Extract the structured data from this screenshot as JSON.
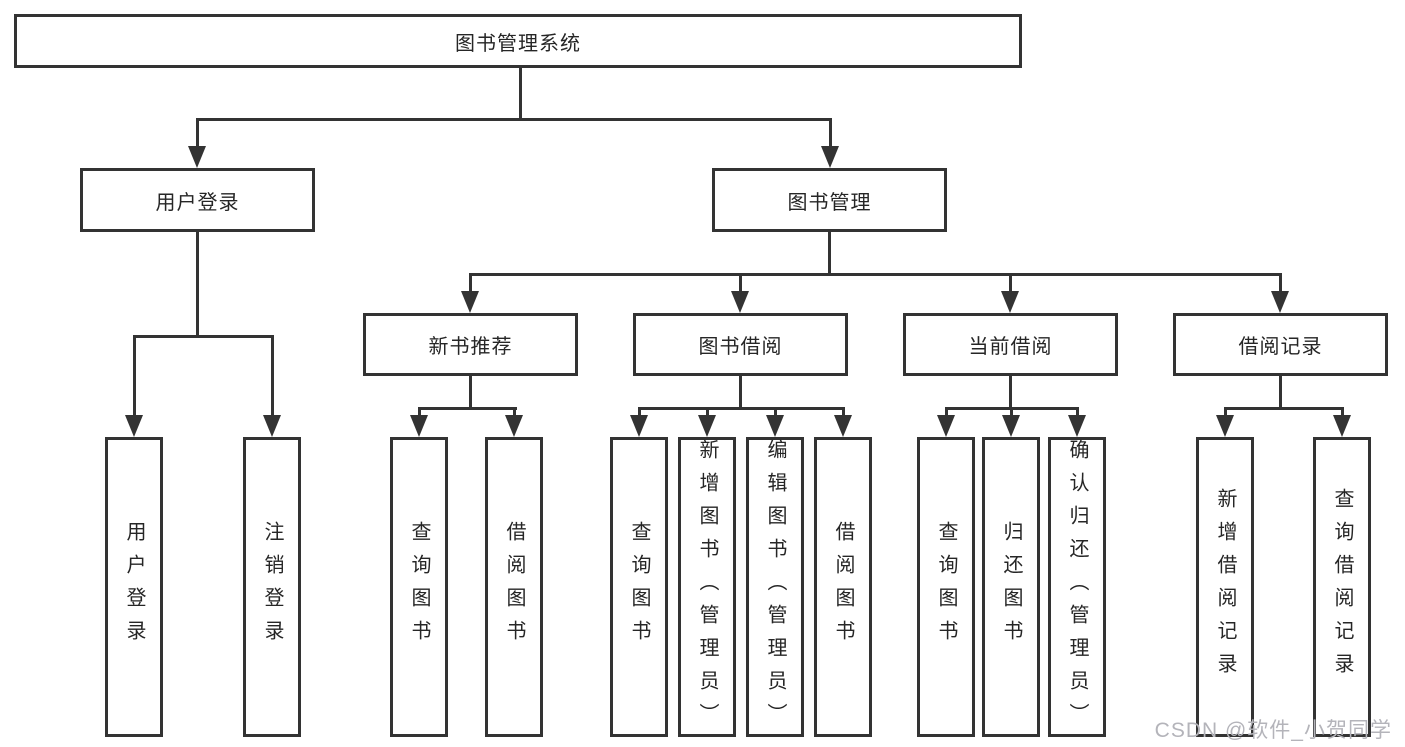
{
  "diagram": {
    "root": {
      "label": "图书管理系统"
    },
    "level1": [
      {
        "label": "用户登录",
        "children": [
          {
            "label": "用户登录"
          },
          {
            "label": "注销登录"
          }
        ]
      },
      {
        "label": "图书管理",
        "children": [
          {
            "label": "新书推荐",
            "children": [
              {
                "label": "查询图书"
              },
              {
                "label": "借阅图书"
              }
            ]
          },
          {
            "label": "图书借阅",
            "children": [
              {
                "label": "查询图书"
              },
              {
                "label": "新增图书（管理员）"
              },
              {
                "label": "编辑图书（管理员）"
              },
              {
                "label": "借阅图书"
              }
            ]
          },
          {
            "label": "当前借阅",
            "children": [
              {
                "label": "查询图书"
              },
              {
                "label": "归还图书"
              },
              {
                "label": "确认归还（管理员）"
              }
            ]
          },
          {
            "label": "借阅记录",
            "children": [
              {
                "label": "新增借阅记录"
              },
              {
                "label": "查询借阅记录"
              }
            ]
          }
        ]
      }
    ]
  },
  "watermark": {
    "text": "CSDN @软件_小贺同学"
  },
  "colors": {
    "line": "#333333",
    "text": "#262626",
    "watermark": "#b4b4ba"
  }
}
